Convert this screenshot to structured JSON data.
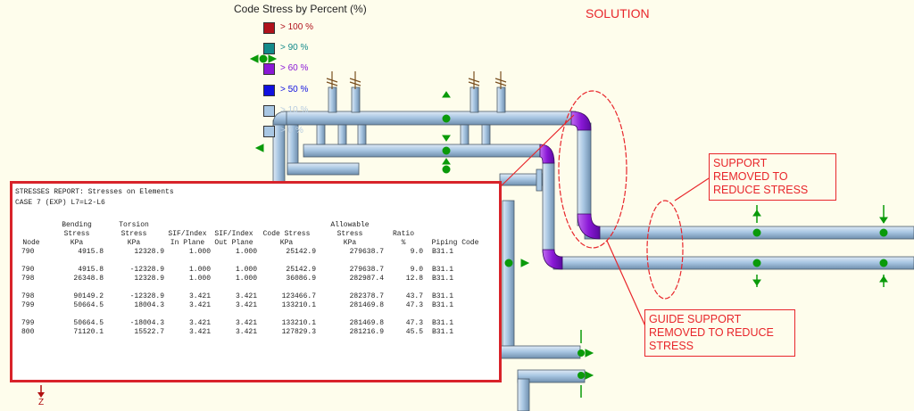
{
  "legend": {
    "title": "Code Stress by Percent (%)",
    "items": [
      {
        "label": "> 100 %",
        "color": "#b0121c",
        "text_color": "#b0121c"
      },
      {
        "label": "> 90 %",
        "color": "#138a8a",
        "text_color": "#138a8a"
      },
      {
        "label": "> 60 %",
        "color": "#8a18d6",
        "text_color": "#8a18d6"
      },
      {
        "label": "> 50 %",
        "color": "#1010e0",
        "text_color": "#1010e0"
      },
      {
        "label": "> 10 %",
        "color": "#a9c7e3",
        "text_color": "#b8cde0"
      },
      {
        "label": "> 0 %",
        "color": "#a9c7e3",
        "text_color": "#b8cde0"
      }
    ]
  },
  "solution_label": "SOLUTION",
  "callouts": {
    "support": [
      "SUPPORT",
      "REMOVED TO",
      "REDUCE STRESS"
    ],
    "guide": [
      "GUIDE SUPPORT",
      "REMOVED TO REDUCE",
      "STRESS"
    ]
  },
  "report": {
    "title": "STRESSES REPORT: Stresses on Elements",
    "case": "CASE 7 (EXP) L7=L2-L6",
    "headers": {
      "node": "Node",
      "bending": [
        "Bending",
        "Stress",
        "KPa"
      ],
      "torsion": [
        "Torsion",
        "Stress",
        "KPa"
      ],
      "sif_in": [
        "SIF/Index",
        "In Plane"
      ],
      "sif_out": [
        "SIF/Index",
        "Out Plane"
      ],
      "code": [
        "Code Stress",
        "KPa"
      ],
      "allowable": [
        "Allowable",
        "Stress",
        "KPa"
      ],
      "ratio": [
        "Ratio",
        "%"
      ],
      "piping": "Piping Code"
    },
    "rows": [
      [
        "790",
        "4915.8",
        "12328.9",
        "1.000",
        "1.000",
        "25142.9",
        "279638.7",
        "9.0",
        "B31.1"
      ],
      null,
      [
        "790",
        "4915.8",
        "-12328.9",
        "1.000",
        "1.000",
        "25142.9",
        "279638.7",
        "9.0",
        "B31.1"
      ],
      [
        "798",
        "26348.8",
        "12328.9",
        "1.000",
        "1.000",
        "36086.9",
        "282987.4",
        "12.8",
        "B31.1"
      ],
      null,
      [
        "798",
        "90149.2",
        "-12328.9",
        "3.421",
        "3.421",
        "123466.7",
        "282378.7",
        "43.7",
        "B31.1"
      ],
      [
        "799",
        "50664.5",
        "18004.3",
        "3.421",
        "3.421",
        "133210.1",
        "281469.8",
        "47.3",
        "B31.1"
      ],
      null,
      [
        "799",
        "50664.5",
        "-18004.3",
        "3.421",
        "3.421",
        "133210.1",
        "281469.8",
        "47.3",
        "B31.1"
      ],
      [
        "800",
        "71120.1",
        "15522.7",
        "3.421",
        "3.421",
        "127829.3",
        "281216.9",
        "45.5",
        "B31.1"
      ]
    ]
  },
  "axis_label": "Z",
  "colors": {
    "background": "#fefdec",
    "pipe": "#a9c7e3",
    "pipe_outline": "#4a5a6a",
    "high_stress": "#8a18d6",
    "support": "#0a9a0a",
    "annotation": "#e8262b"
  }
}
